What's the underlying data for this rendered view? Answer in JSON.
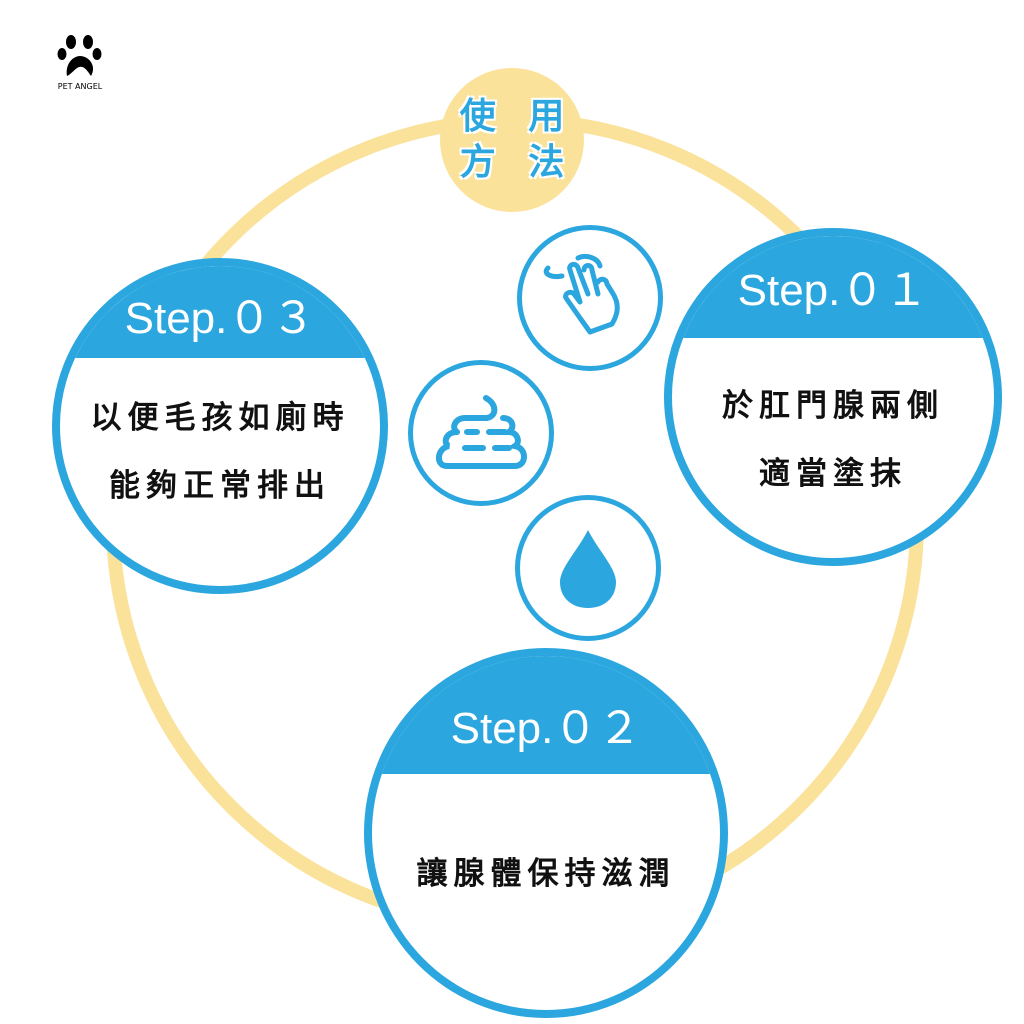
{
  "logo": {
    "brand": "PET ANGEL"
  },
  "title": {
    "line1": "使 用",
    "line2": "方 法"
  },
  "steps": [
    {
      "label": "Step.０１",
      "lines": [
        "於肛門腺兩側",
        "適當塗抹"
      ]
    },
    {
      "label": "Step.０２",
      "lines": [
        "讓腺體保持滋潤"
      ]
    },
    {
      "label": "Step.０３",
      "lines": [
        "以便毛孩如廁時",
        "能夠正常排出"
      ]
    }
  ],
  "icons": [
    "hand-rub-icon",
    "poop-icon",
    "water-drop-icon"
  ],
  "colors": {
    "blue": "#2ba6de",
    "yellow": "#fbe29b"
  }
}
